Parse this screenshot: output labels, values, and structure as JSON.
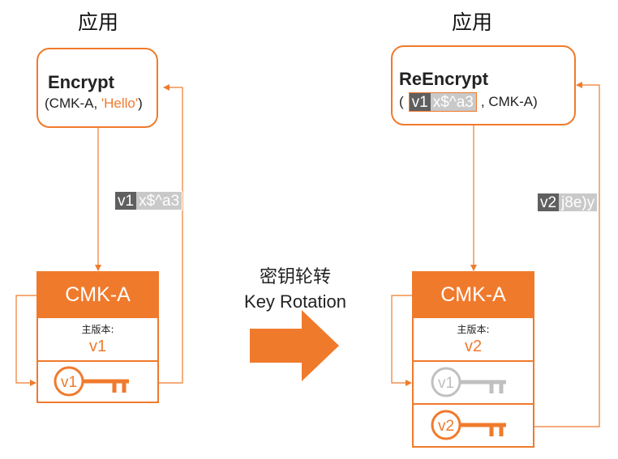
{
  "left": {
    "app_title": "应用",
    "op_name": "Encrypt",
    "arg_open": "(CMK-A, ",
    "arg_hello": "'Hello'",
    "arg_close": ")",
    "return_tag": {
      "version": "v1",
      "ciphertext": "x$^a3"
    },
    "cmk": {
      "name": "CMK-A",
      "primary_label": "主版本:",
      "primary_version": "v1",
      "keys": [
        {
          "version": "v1",
          "active": true
        }
      ]
    }
  },
  "rotation": {
    "label_cn": "密钥轮转",
    "label_en": "Key Rotation"
  },
  "right": {
    "app_title": "应用",
    "op_name": "ReEncrypt",
    "arg_open": "(",
    "input_tag": {
      "version": "v1",
      "ciphertext": "x$^a3"
    },
    "arg_close": ", CMK-A)",
    "return_tag": {
      "version": "v2",
      "ciphertext": "j8e)y"
    },
    "cmk": {
      "name": "CMK-A",
      "primary_label": "主版本:",
      "primary_version": "v2",
      "keys": [
        {
          "version": "v1",
          "active": false
        },
        {
          "version": "v2",
          "active": true
        }
      ]
    }
  },
  "colors": {
    "accent": "#f07a2c",
    "inactive": "#c0c0c0",
    "version_bg": "#5f5f5f",
    "cipher_bg": "#c9c9c9"
  }
}
